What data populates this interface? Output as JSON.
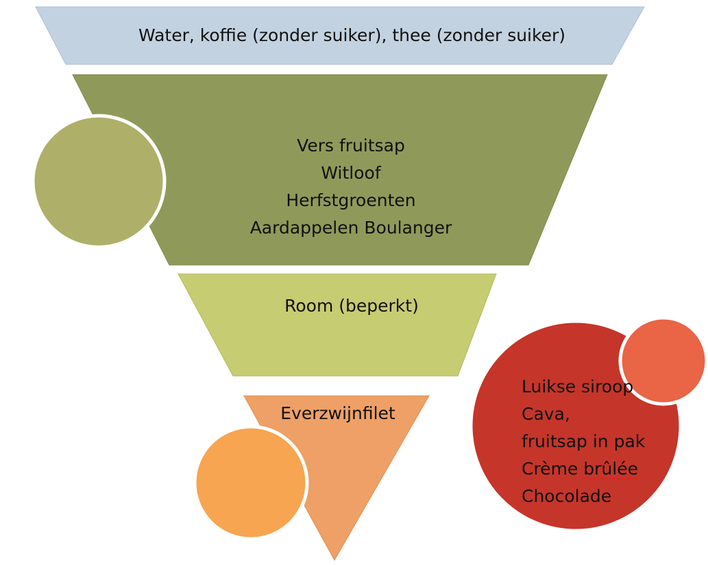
{
  "diagram": {
    "type": "inverted-food-pyramid",
    "colors": {
      "tier_top": "#c3d2e0",
      "tier_top_edge": "#aebfd0",
      "tier_second": "#8f9a5a",
      "tier_second_edge": "#7f8a4c",
      "tier_third": "#c6cc72",
      "tier_third_edge": "#b2b95e",
      "tier_bottom": "#eea066",
      "tier_bottom_edge": "#e08d50",
      "circle_olive": "#aeb06a",
      "circle_orange": "#f7a551",
      "circle_red": "#c5352a",
      "circle_red_small": "#ea6446",
      "circle_border": "#ffffff",
      "spellcheck_underline": "#e0201b",
      "text": "#111111"
    },
    "tiers": [
      {
        "name": "top",
        "lines": [
          "Water, koffie (zonder suiker), thee (zonder suiker)"
        ]
      },
      {
        "name": "second",
        "lines": [
          "Vers fruitsap",
          "Witloof",
          "Herfstgroenten",
          "Aardappelen Boulanger"
        ]
      },
      {
        "name": "third",
        "lines": [
          "Room (beperkt)"
        ]
      },
      {
        "name": "bottom",
        "lines": [
          "Everzwijnfilet"
        ]
      }
    ],
    "extras_circle": {
      "lines": [
        "Luikse siroop",
        "Cava,",
        "fruitsap in pak",
        "Crème",
        "brûlée",
        "Chocolade"
      ]
    }
  }
}
